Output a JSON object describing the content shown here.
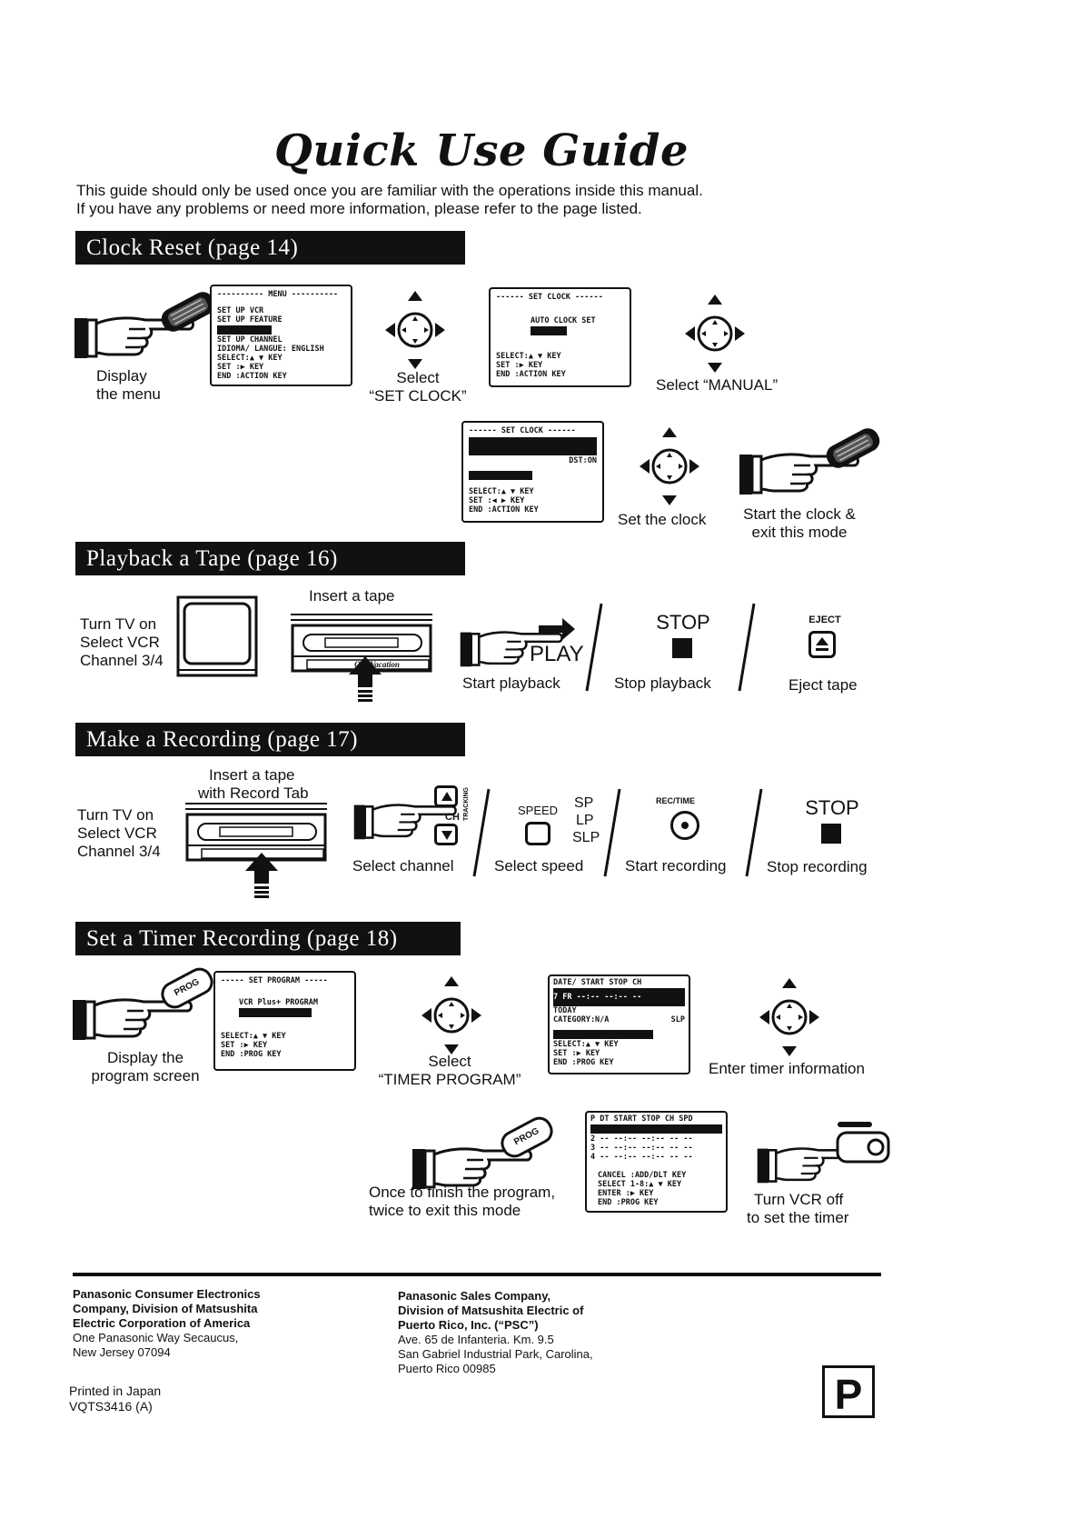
{
  "title": "Quick Use Guide",
  "intro": {
    "line1": "This guide should only be used once you are familiar with the operations inside this manual.",
    "line2": "If you have any problems or need more information, please refer to the page listed."
  },
  "clock": {
    "heading": "Clock Reset (page 14)",
    "step1": [
      "Display",
      "the menu"
    ],
    "menu_screen": {
      "title": "---------- MENU ----------",
      "lines": [
        "SET UP VCR",
        "SET UP FEATURE",
        "SET UP CHANNEL",
        "IDIOMA/ LANGUE: ENGLISH",
        "SELECT:▲ ▼ KEY",
        "SET    :▶ KEY",
        "END    :ACTION KEY"
      ]
    },
    "step2": [
      "Select",
      "“SET CLOCK”"
    ],
    "setclock_screen": {
      "title": "------ SET CLOCK ------",
      "lines": [
        "AUTO CLOCK SET",
        "SELECT:▲ ▼ KEY",
        "SET    :▶ KEY",
        "END    :ACTION KEY"
      ]
    },
    "step3": "Select “MANUAL”",
    "clock_screen2": {
      "title": "------ SET CLOCK ------",
      "dst": "DST:ON",
      "lines": [
        "SELECT:▲ ▼ KEY",
        "SET    :◀ ▶ KEY",
        "END    :ACTION KEY"
      ]
    },
    "step4": "Set the clock",
    "step5": [
      "Start the clock &",
      "exit this mode"
    ]
  },
  "playback": {
    "heading": "Playback a Tape (page 16)",
    "tv_text": [
      "Turn TV on",
      "Select VCR",
      "Channel 3/4"
    ],
    "insert": "Insert a tape",
    "tape_label": "Our Vacation",
    "play_label": "PLAY",
    "start": "Start playback",
    "stop_label": "STOP",
    "stop": "Stop playback",
    "eject_label": "EJECT",
    "eject": "Eject tape"
  },
  "recording": {
    "heading": "Make a Recording (page 17)",
    "insert": [
      "Insert a tape",
      "with Record Tab"
    ],
    "tv_text": [
      "Turn TV on",
      "Select VCR",
      "Channel 3/4"
    ],
    "ch_label": "CH",
    "tracking_label": "TRACKING",
    "select_channel": "Select channel",
    "speed_label": "SPEED",
    "speeds": [
      "SP",
      "LP",
      "SLP"
    ],
    "select_speed": "Select speed",
    "rec_label": "REC/TIME",
    "start": "Start recording",
    "stop_label": "STOP",
    "stop": "Stop recording"
  },
  "timer": {
    "heading": "Set a Timer Recording (page 18)",
    "step1": [
      "Display the",
      "program screen"
    ],
    "prog_screen": {
      "title": "----- SET PROGRAM -----",
      "lines": [
        "VCR Plus+ PROGRAM",
        "SELECT:▲ ▼ KEY",
        "SET    :▶ KEY",
        "END    :PROG KEY"
      ]
    },
    "step2": [
      "Select",
      "“TIMER PROGRAM”"
    ],
    "entry_screen": {
      "header": "DATE/  START   STOP   CH",
      "row": "7 FR   --:--   --:--  --",
      "today": "TODAY",
      "category": "CATEGORY:N/A",
      "slp": "SLP",
      "lines": [
        "SELECT:▲ ▼ KEY",
        "SET    :▶ KEY",
        "END    :PROG KEY"
      ]
    },
    "step3": "Enter timer information",
    "list_screen": {
      "header": "P DT START  STOP  CH SPD",
      "rows": [
        "2 -- --:-- --:-- -- --",
        "3 -- --:-- --:-- -- --",
        "4 -- --:-- --:-- -- --"
      ],
      "lines": [
        "CANCEL :ADD/DLT KEY",
        "SELECT 1-8:▲ ▼ KEY",
        "ENTER  :▶ KEY",
        "END    :PROG KEY"
      ]
    },
    "step4": [
      "Once to finish the program,",
      "twice to exit this mode"
    ],
    "step5": [
      "Turn VCR off",
      "to set the timer"
    ],
    "prog_button": "PROG"
  },
  "footer": {
    "left_bold": [
      "Panasonic Consumer Electronics",
      "Company, Division of Matsushita",
      "Electric Corporation of America"
    ],
    "left_plain": [
      "One Panasonic Way Secaucus,",
      "New Jersey 07094"
    ],
    "right_bold": [
      "Panasonic Sales Company,",
      "Division of Matsushita Electric of",
      "Puerto Rico, Inc. (“PSC”)"
    ],
    "right_plain": [
      "Ave. 65 de Infanteria. Km. 9.5",
      "San Gabriel Industrial Park, Carolina,",
      "Puerto Rico 00985"
    ],
    "printed": "Printed in Japan",
    "code": "VQTS3416  (A)",
    "p_mark": "P"
  }
}
